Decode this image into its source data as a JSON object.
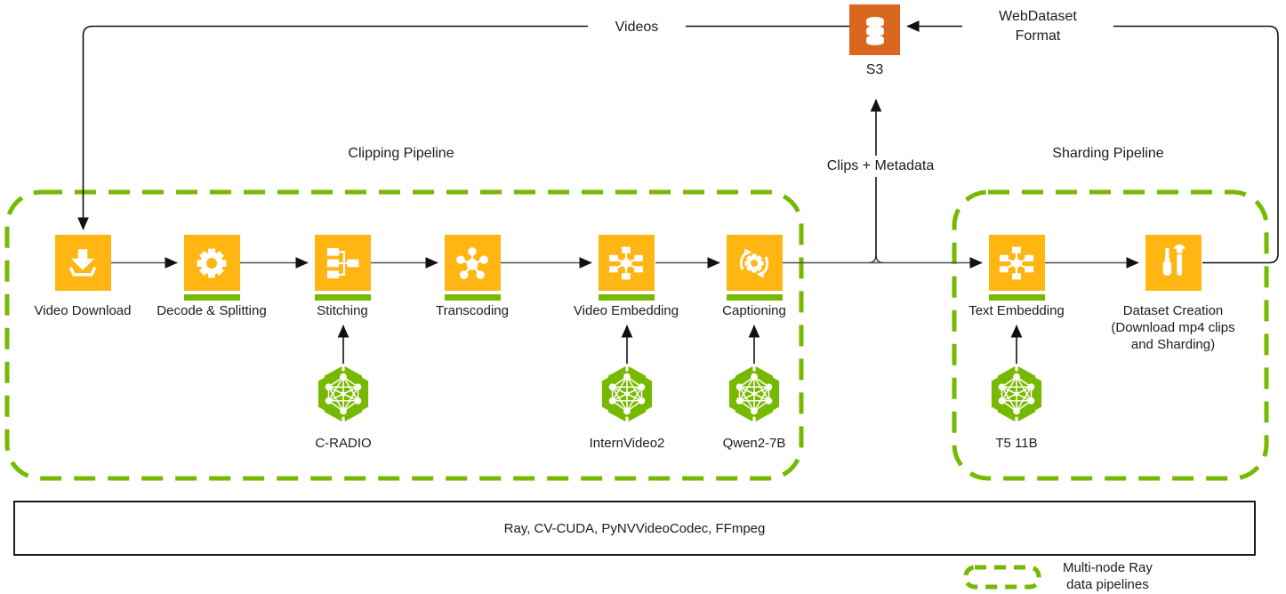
{
  "colors": {
    "stage_amber": "#FFB612",
    "nvidia_green": "#76B900",
    "s3_orange": "#D9671E",
    "line_black": "#111111",
    "line_gray": "#4d4d4d"
  },
  "s3": {
    "label": "S3",
    "icon": "database-icon"
  },
  "flow_labels": {
    "videos": "Videos",
    "webdataset_format": "WebDataset\nFormat",
    "clips_metadata": "Clips + Metadata"
  },
  "clipping_pipeline": {
    "title": "Clipping Pipeline",
    "stages": [
      {
        "label": "Video Download",
        "icon": "download-icon",
        "ray_underline": false
      },
      {
        "label": "Decode & Splitting",
        "icon": "gear-icon",
        "ray_underline": true
      },
      {
        "label": "Stitching",
        "icon": "stitching-icon",
        "ray_underline": true
      },
      {
        "label": "Transcoding",
        "icon": "hub-icon",
        "ray_underline": true
      },
      {
        "label": "Video Embedding",
        "icon": "embedding-icon",
        "ray_underline": true
      },
      {
        "label": "Captioning",
        "icon": "gear-sync-icon",
        "ray_underline": true
      }
    ]
  },
  "sharding_pipeline": {
    "title": "Sharding Pipeline",
    "stages": [
      {
        "label": "Text Embedding",
        "icon": "embedding-icon",
        "ray_underline": true
      },
      {
        "label": "Dataset Creation\n(Download mp4 clips\nand Sharding)",
        "icon": "tools-icon",
        "ray_underline": false
      }
    ]
  },
  "models": [
    {
      "label": "C-RADIO",
      "icon": "nim-hexagon-icon",
      "feeds": "Stitching"
    },
    {
      "label": "InternVideo2",
      "icon": "nim-hexagon-icon",
      "feeds": "Video Embedding"
    },
    {
      "label": "Qwen2-7B",
      "icon": "nim-hexagon-icon",
      "feeds": "Captioning"
    },
    {
      "label": "T5 11B",
      "icon": "nim-hexagon-icon",
      "feeds": "Text Embedding"
    }
  ],
  "footer_bar": {
    "label": "Ray, CV-CUDA, PyNVVideoCodec, FFmpeg"
  },
  "legend": {
    "label": "Multi-node Ray\ndata pipelines"
  }
}
